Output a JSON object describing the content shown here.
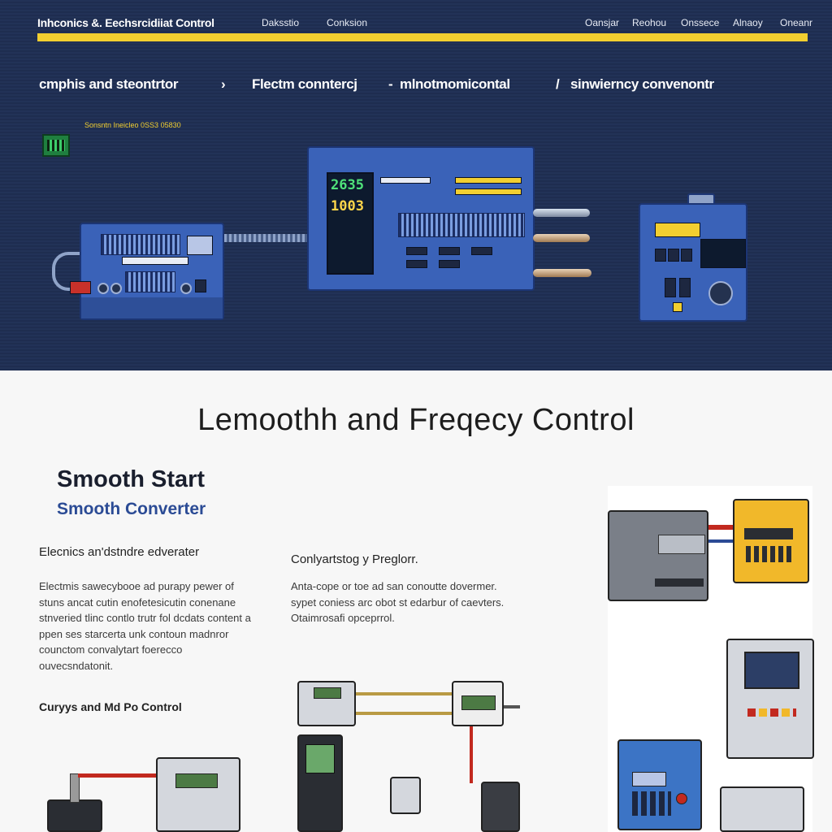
{
  "nav": {
    "brand": "Inhconics &. Eechsrcidiiat Control",
    "links": [
      "Daksstio",
      "Conksion",
      "Oansjar",
      "Reohou",
      "Onssece",
      "Alnaoy",
      "Oneanr"
    ]
  },
  "hero": {
    "breadcrumb": [
      "cmphis and steontrtor",
      "›",
      "Flectm conntercj",
      "-",
      "mlnotmomicontal",
      "/",
      "sinwierncy convenontr"
    ],
    "tiny_label": "Sonsntn Ineicleo 0SS3 05830",
    "display_values": [
      "2635",
      "1003"
    ]
  },
  "content": {
    "title": "Lemoothh and Freqecy Control",
    "heading": "Smooth Start",
    "subheading": "Smooth Converter",
    "section1_title": "Elecnics an'dstndre edverater",
    "section1_text": "Electmis sawecybooe ad purapy pewer of stuns ancat cutin enofetesicutin conenane stnveried tlinc contlo trutr fol dcdats content a ppen ses starcerta unk contoun madnror counctom convalytart foerecco ouvecsndatonit.",
    "section2_title": "Conlyartstog y Preglorr.",
    "section2_text": "Anta-cope or toe ad san conoutte dovermer. sypet coniess arc obot st edarbur of caevters. Otaimrosafi opceprrol.",
    "section3_title": "Curyys and Md Po Control"
  },
  "colors": {
    "hero_bg": "#223257",
    "accent_yellow": "#f2cf30",
    "device_blue": "#3a62b8",
    "subheading_blue": "#2b4b95"
  }
}
